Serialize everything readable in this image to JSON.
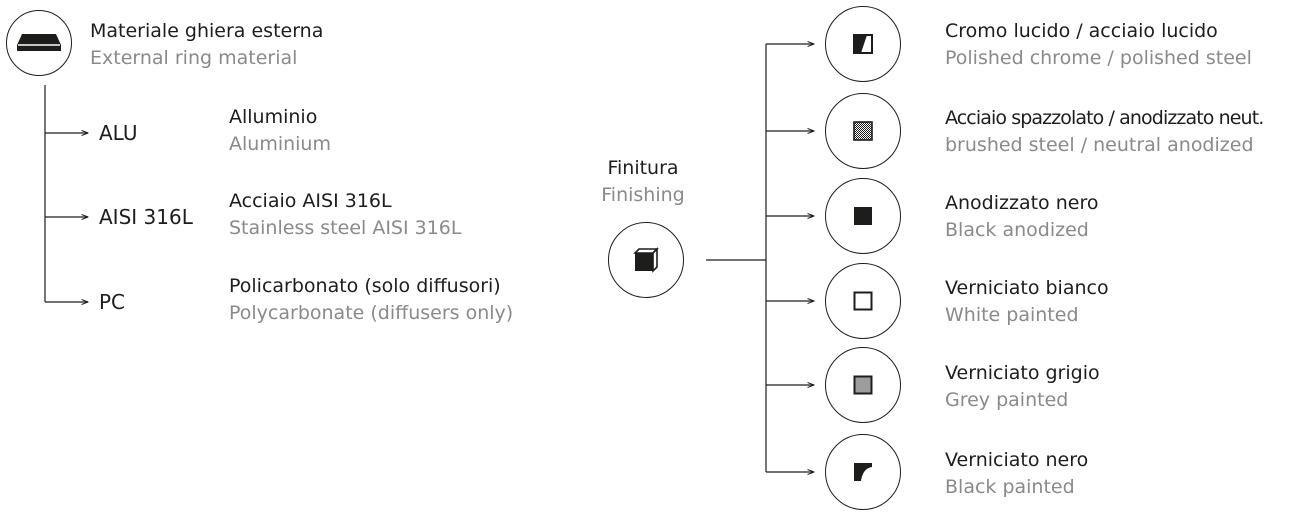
{
  "material": {
    "title_it": "Materiale ghiera esterna",
    "title_en": "External ring material",
    "options": [
      {
        "code": "ALU",
        "it": "Alluminio",
        "en": "Aluminium"
      },
      {
        "code": "AISI 316L",
        "it": "Acciaio AISI 316L",
        "en": "Stainless steel AISI 316L"
      },
      {
        "code": "PC",
        "it": "Policarbonato (solo diffusori)",
        "en": "Polycarbonate (diffusers only)"
      }
    ]
  },
  "finishing": {
    "title_it": "Finitura",
    "title_en": "Finishing",
    "options": [
      {
        "it": "Cromo lucido / acciaio lucido",
        "en": "Polished chrome / polished steel",
        "icon": "polished-chrome-swatch-icon"
      },
      {
        "it": "Acciaio spazzolato / anodizzato neut.",
        "en": "brushed steel / neutral anodized",
        "icon": "brushed-steel-swatch-icon"
      },
      {
        "it": "Anodizzato nero",
        "en": "Black anodized",
        "icon": "black-anodized-swatch-icon"
      },
      {
        "it": "Verniciato bianco",
        "en": "White painted",
        "icon": "white-painted-swatch-icon"
      },
      {
        "it": "Verniciato grigio",
        "en": "Grey painted",
        "icon": "grey-painted-swatch-icon"
      },
      {
        "it": "Verniciato nero",
        "en": "Black painted",
        "icon": "black-painted-swatch-icon"
      }
    ]
  },
  "colors": {
    "ink": "#1d1d1b",
    "secondary_text": "#8a8a8a",
    "grey_swatch": "#9d9d9c"
  }
}
